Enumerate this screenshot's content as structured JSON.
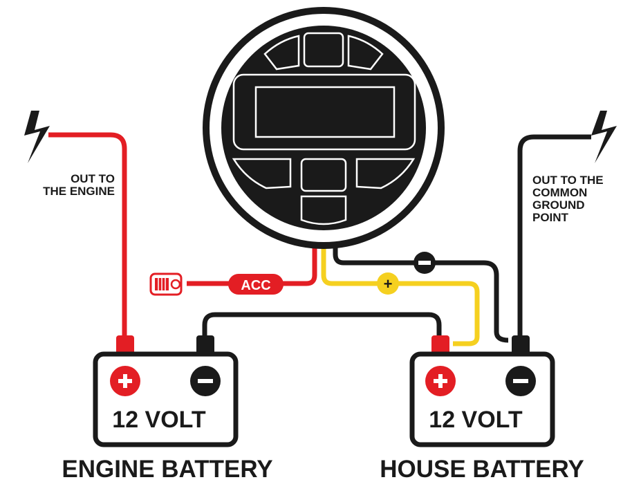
{
  "labels": {
    "out_to_engine_line1": "OUT TO",
    "out_to_engine_line2": "THE ENGINE",
    "out_to_ground_line1": "OUT TO THE",
    "out_to_ground_line2": "COMMON",
    "out_to_ground_line3": "GROUND",
    "out_to_ground_line4": "POINT",
    "acc": "ACC",
    "plus_symbol": "+",
    "engine_battery_voltage": "12 VOLT",
    "house_battery_voltage": "12 VOLT",
    "engine_battery_name": "ENGINE BATTERY",
    "house_battery_name": "HOUSE BATTERY"
  },
  "colors": {
    "red": "#e31e24",
    "black": "#1a1a1a",
    "yellow": "#f5d020",
    "white": "#ffffff"
  },
  "icons": {
    "engine_bolt": "lightning-bolt-icon",
    "ground_bolt": "lightning-bolt-icon",
    "connector": "connector-plug-icon",
    "gauge": "round-display-gauge-icon"
  }
}
